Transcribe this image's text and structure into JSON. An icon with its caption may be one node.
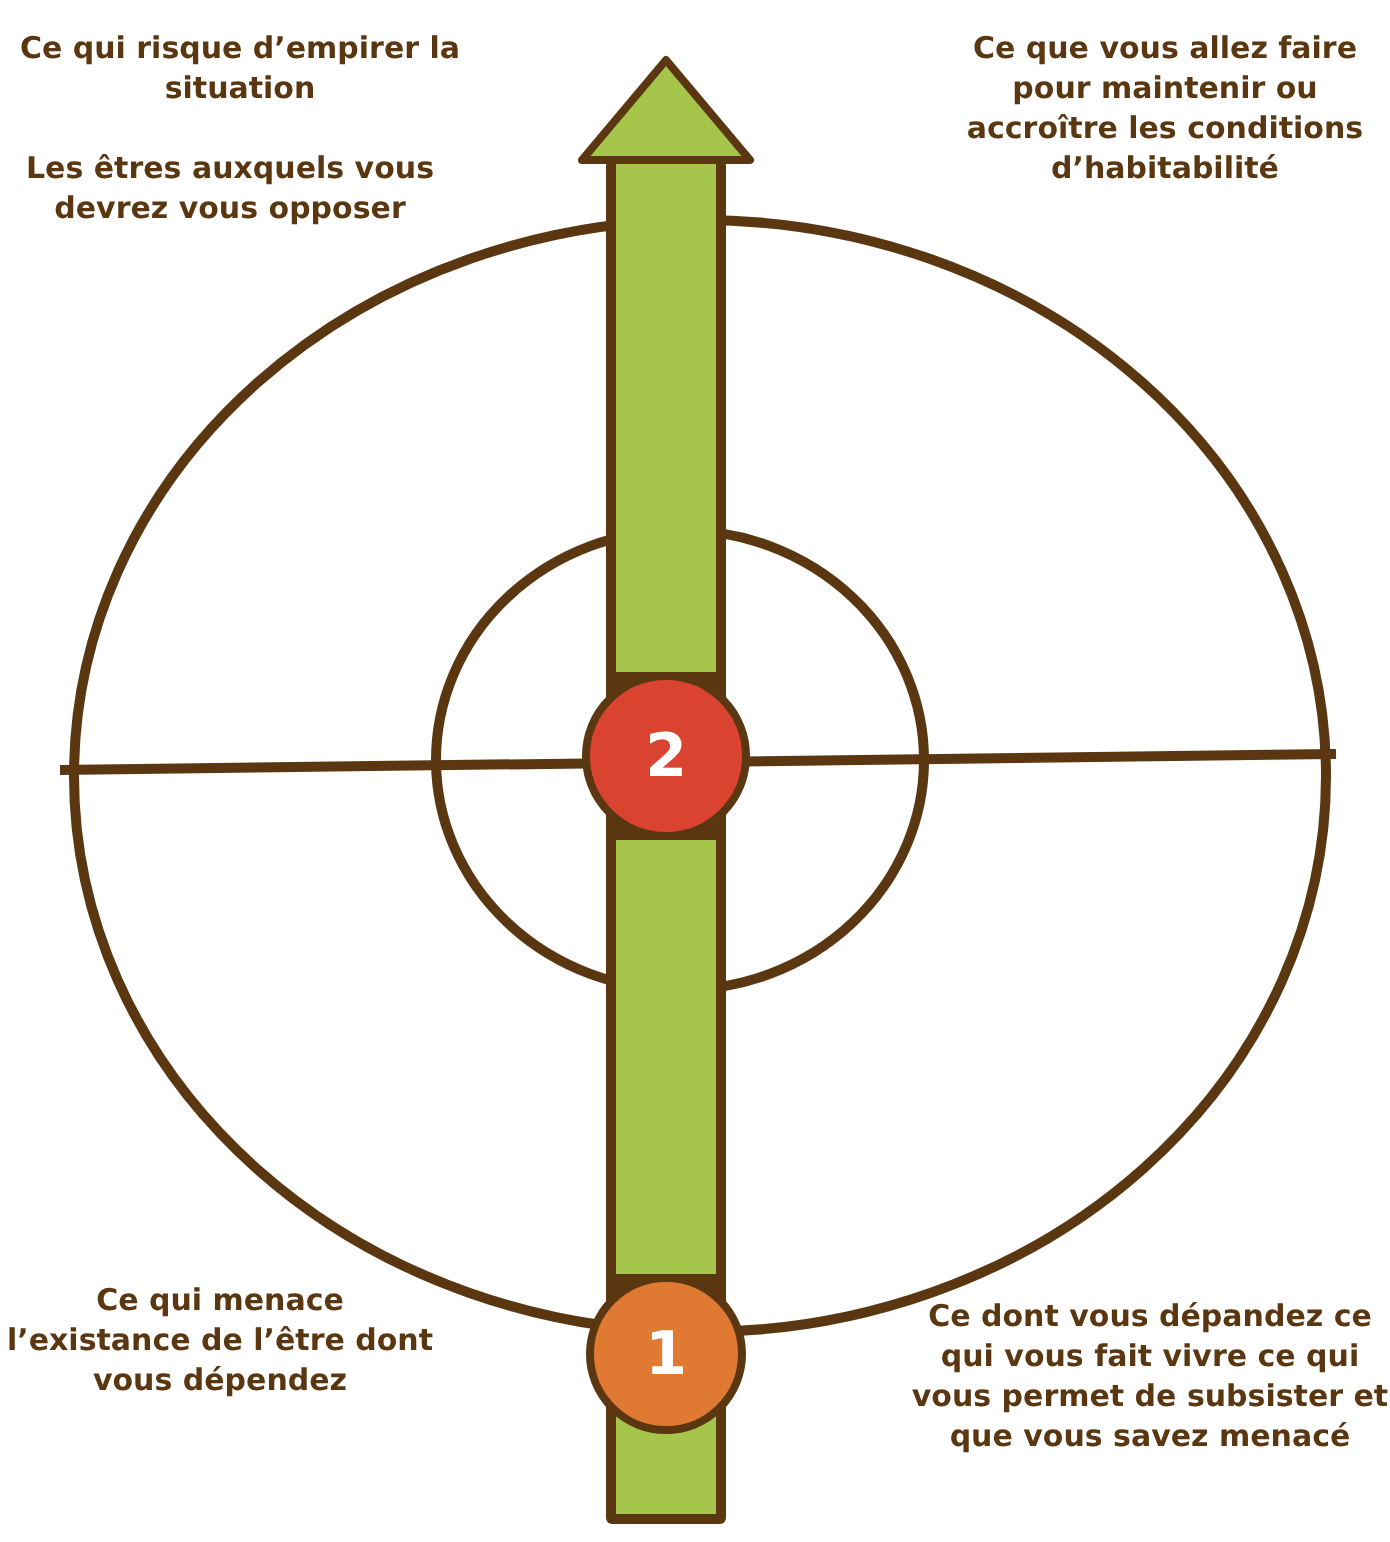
{
  "diagram": {
    "nodes": [
      {
        "text": [
          "2"
        ]
      },
      {
        "text": [
          "1"
        ]
      }
    ],
    "edges": [
      {
        "from": 1,
        "to": 0,
        "arrow": "none"
      },
      {
        "from": 0,
        "to": null,
        "arrow": "to"
      }
    ],
    "labels": [
      "Ce qui risque d’empirer la situation",
      "Les êtres auxquels vous devrez vous opposer",
      "Ce que vous allez faire pour maintenir ou accroître les conditions d’habitabilité",
      "Ce qui menace l’existance de l’être dont vous dépendez",
      "Ce dont vous dépandez ce qui vous fait vivre ce qui vous permet de subsister et que vous savez menacé"
    ]
  }
}
